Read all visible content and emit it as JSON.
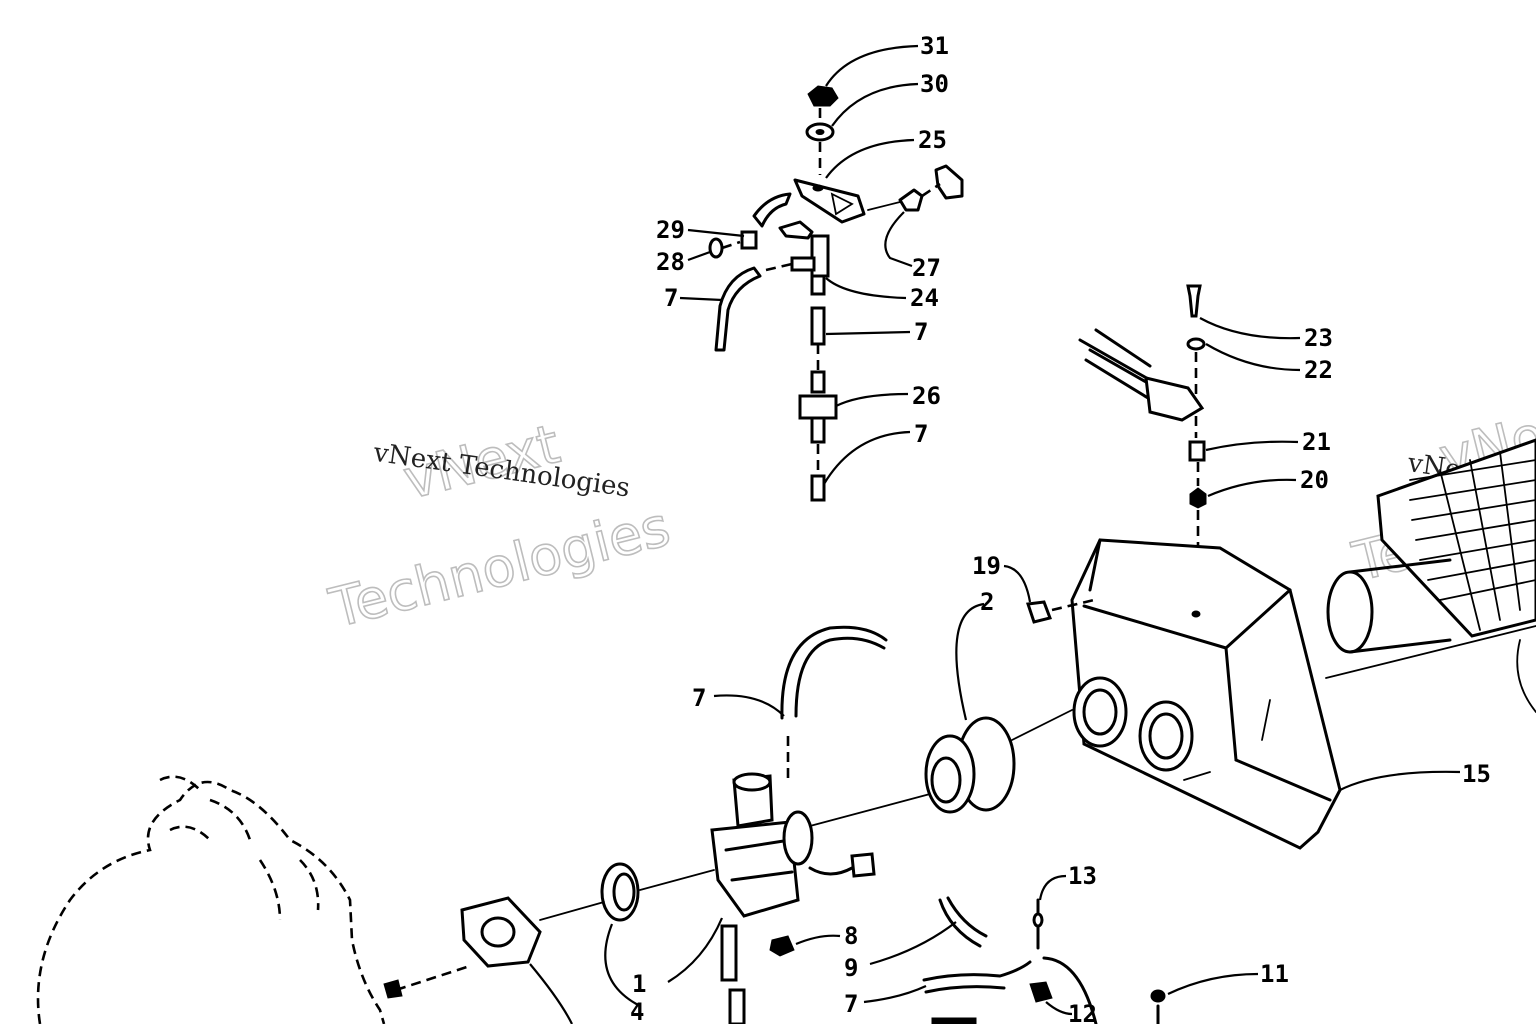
{
  "watermarks": {
    "small_text": "vNext Technologies",
    "big_line1": "vNext",
    "big_line2": "Technologies",
    "right_small": "vNext Te",
    "right_big1": "vNo",
    "right_big2": "Techn"
  },
  "callouts": {
    "c31": "31",
    "c30": "30",
    "c25": "25",
    "c29": "29",
    "c28": "28",
    "c27": "27",
    "c24": "24",
    "c7_upper_hose": "7",
    "c7_upper_right": "7",
    "c26": "26",
    "c7_filter": "7",
    "c23": "23",
    "c22": "22",
    "c21": "21",
    "c20": "20",
    "c19": "19",
    "c2": "2",
    "c7_mid": "7",
    "c15": "15",
    "c13": "13",
    "c8": "8",
    "c9": "9",
    "c7_lower": "7",
    "c11": "11",
    "c12": "12",
    "c1": "1",
    "c4": "4"
  }
}
